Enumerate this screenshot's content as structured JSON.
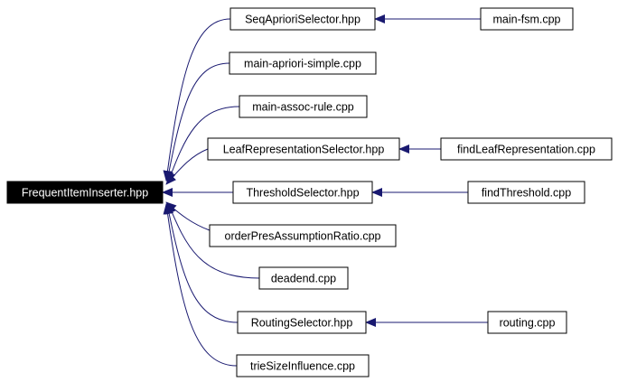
{
  "colors": {
    "edge": "#191970",
    "node_border": "#000000",
    "node_fill": "#ffffff",
    "root_fill": "#000000",
    "root_text": "#ffffff"
  },
  "nodes": {
    "root": "FrequentItemInserter.hpp",
    "seq_apriori_selector": "SeqAprioriSelector.hpp",
    "main_apriori_simple": "main-apriori-simple.cpp",
    "main_assoc_rule": "main-assoc-rule.cpp",
    "leaf_representation_selector": "LeafRepresentationSelector.hpp",
    "threshold_selector": "ThresholdSelector.hpp",
    "order_pres_assumption_ratio": "orderPresAssumptionRatio.cpp",
    "deadend": "deadend.cpp",
    "routing_selector": "RoutingSelector.hpp",
    "trie_size_influence": "trieSizeInfluence.cpp",
    "main_fsm": "main-fsm.cpp",
    "find_leaf_representation": "findLeafRepresentation.cpp",
    "find_threshold": "findThreshold.cpp",
    "routing": "routing.cpp"
  }
}
